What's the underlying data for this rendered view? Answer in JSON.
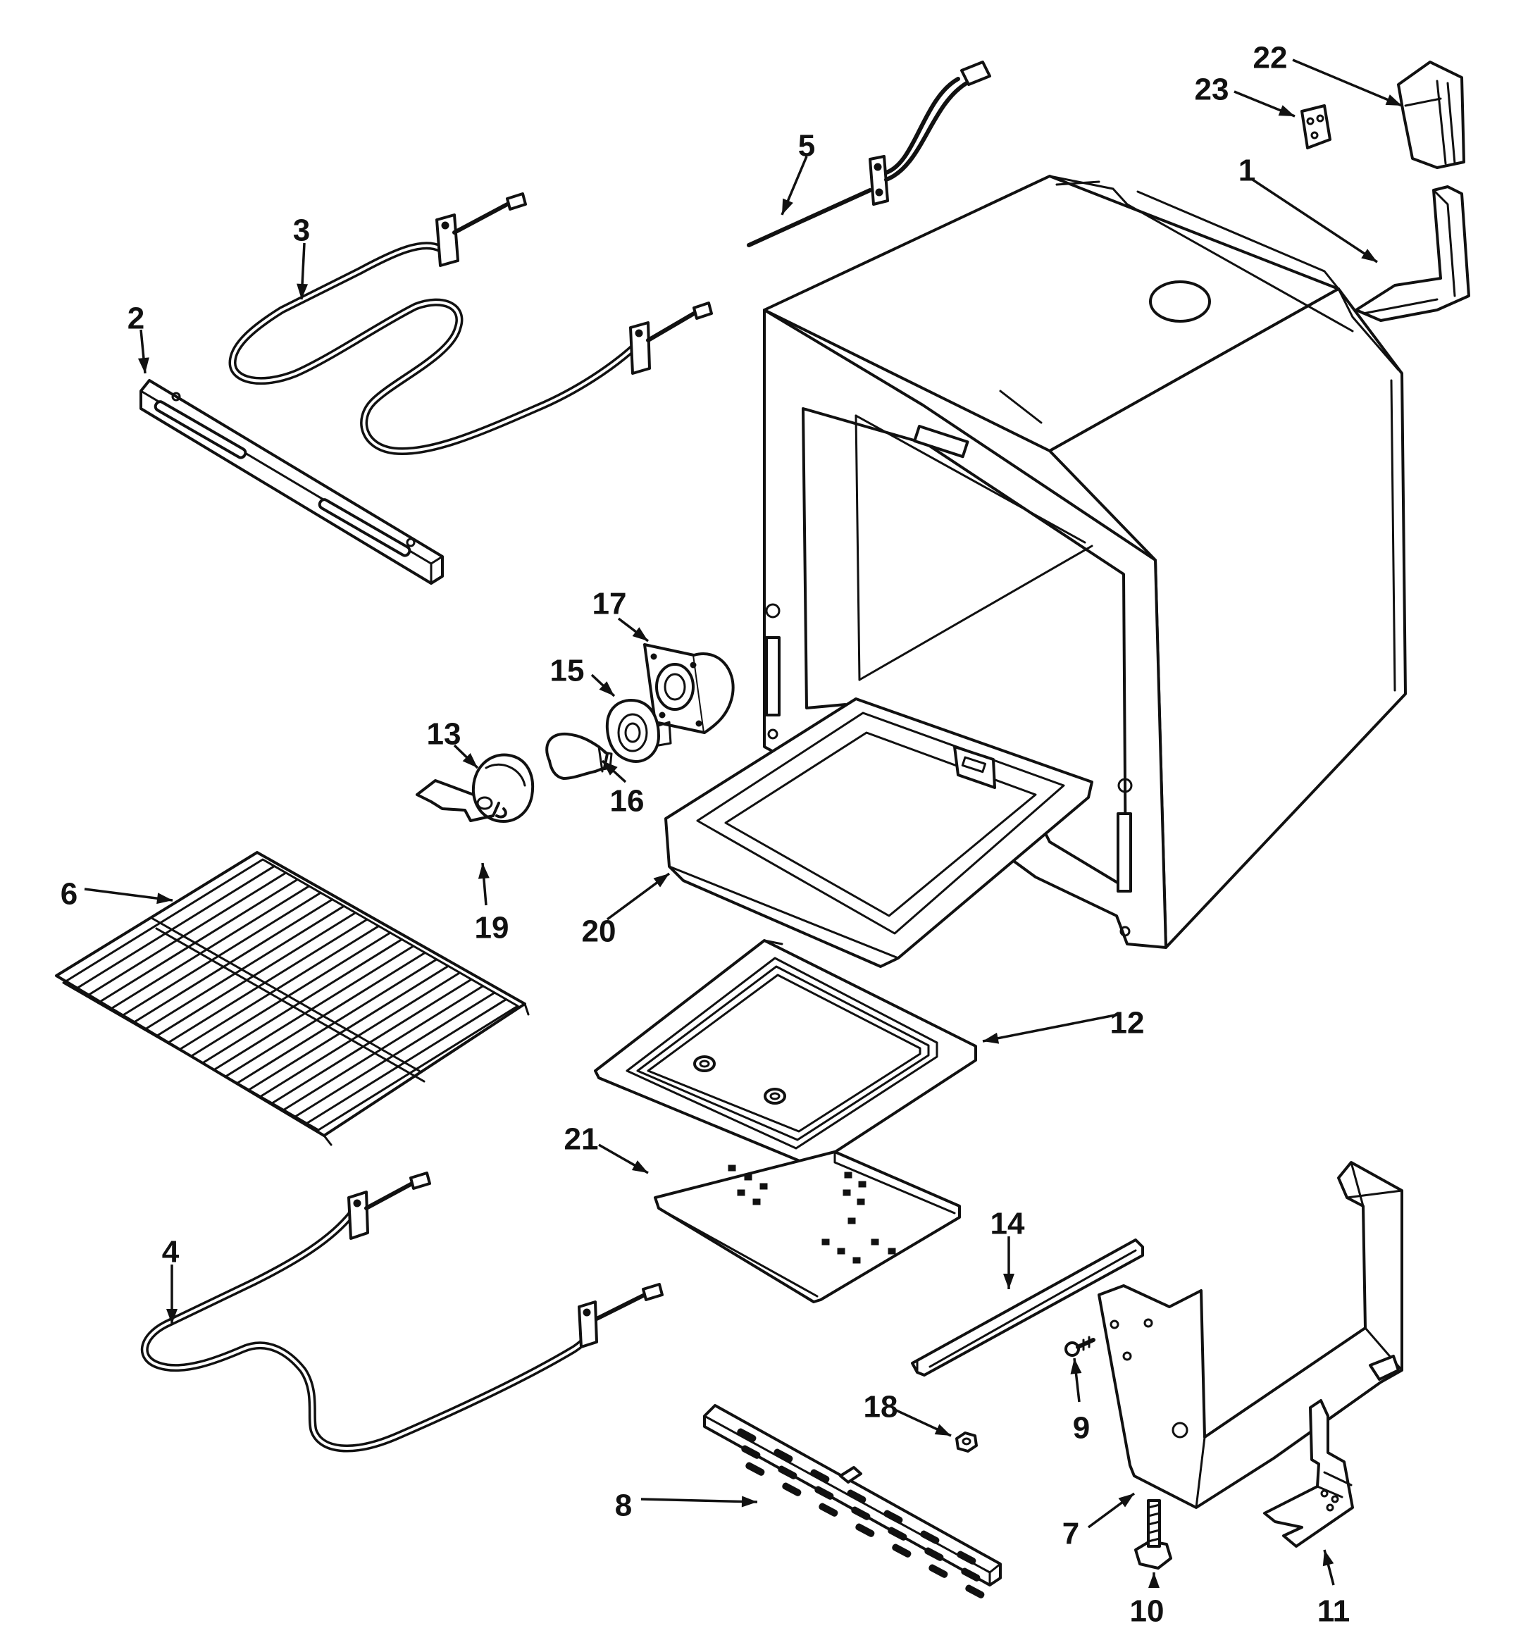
{
  "callouts": [
    {
      "id": "1",
      "label": "1",
      "part": "right-top-bracket"
    },
    {
      "id": "2",
      "label": "2",
      "part": "upper-rail"
    },
    {
      "id": "3",
      "label": "3",
      "part": "broil-element"
    },
    {
      "id": "4",
      "label": "4",
      "part": "bake-element"
    },
    {
      "id": "5",
      "label": "5",
      "part": "temperature-sensor"
    },
    {
      "id": "6",
      "label": "6",
      "part": "oven-rack"
    },
    {
      "id": "7",
      "label": "7",
      "part": "side-frame-bracket"
    },
    {
      "id": "8",
      "label": "8",
      "part": "lower-vent-panel"
    },
    {
      "id": "9",
      "label": "9",
      "part": "screw"
    },
    {
      "id": "10",
      "label": "10",
      "part": "leveling-leg"
    },
    {
      "id": "11",
      "label": "11",
      "part": "anti-tip-bracket"
    },
    {
      "id": "12",
      "label": "12",
      "part": "oven-bottom-panel"
    },
    {
      "id": "13",
      "label": "13",
      "part": "lamp-cover"
    },
    {
      "id": "14",
      "label": "14",
      "part": "bottom-rail"
    },
    {
      "id": "15",
      "label": "15",
      "part": "lamp-socket"
    },
    {
      "id": "16",
      "label": "16",
      "part": "lamp-bulb"
    },
    {
      "id": "17",
      "label": "17",
      "part": "lamp-housing"
    },
    {
      "id": "18",
      "label": "18",
      "part": "nut"
    },
    {
      "id": "19",
      "label": "19",
      "part": "wire-retainer"
    },
    {
      "id": "20",
      "label": "20",
      "part": "broiler-pan"
    },
    {
      "id": "21",
      "label": "21",
      "part": "heat-shield-plate"
    },
    {
      "id": "22",
      "label": "22",
      "part": "insulation-pad"
    },
    {
      "id": "23",
      "label": "23",
      "part": "small-bracket"
    }
  ]
}
